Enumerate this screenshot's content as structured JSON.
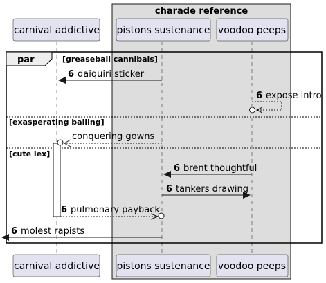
{
  "group_box": {
    "title": "charade reference",
    "fill": "#dddddd"
  },
  "participants": {
    "carnival": "carnival addictive",
    "pistons": "pistons sustenance",
    "voodoo": "voodoo peeps"
  },
  "par_fragment": {
    "keyword": "par",
    "sections": [
      {
        "label": "[greaseball cannibals]"
      },
      {
        "label": "[exasperating bailing]"
      },
      {
        "label": "[cute lex]"
      }
    ]
  },
  "messages": [
    {
      "num": "6",
      "text": "daiquiri sticker",
      "from": "pistons",
      "to": "carnival",
      "style": "solid"
    },
    {
      "num": "6",
      "text": "expose intro",
      "from": "voodoo",
      "to": "voodoo",
      "style": "dashed-self-lost"
    },
    {
      "num": "",
      "text": "conquering gowns",
      "from": "pistons",
      "to": "carnival",
      "style": "dashed-lost"
    },
    {
      "num": "6",
      "text": "brent thoughtful",
      "from": "voodoo",
      "to": "pistons",
      "style": "solid"
    },
    {
      "num": "6",
      "text": "tankers drawing",
      "from": "pistons",
      "to": "voodoo",
      "style": "solid"
    },
    {
      "num": "6",
      "text": "pulmonary payback",
      "from": "carnival",
      "to": "pistons",
      "style": "dashed-lost"
    },
    {
      "num": "6",
      "text": "molest rapists",
      "from": "pistons",
      "to": "outside",
      "style": "solid-found"
    }
  ],
  "colors": {
    "participant_fill": "#e2e2f0",
    "line": "#181818",
    "group_fill": "#dddddd"
  }
}
